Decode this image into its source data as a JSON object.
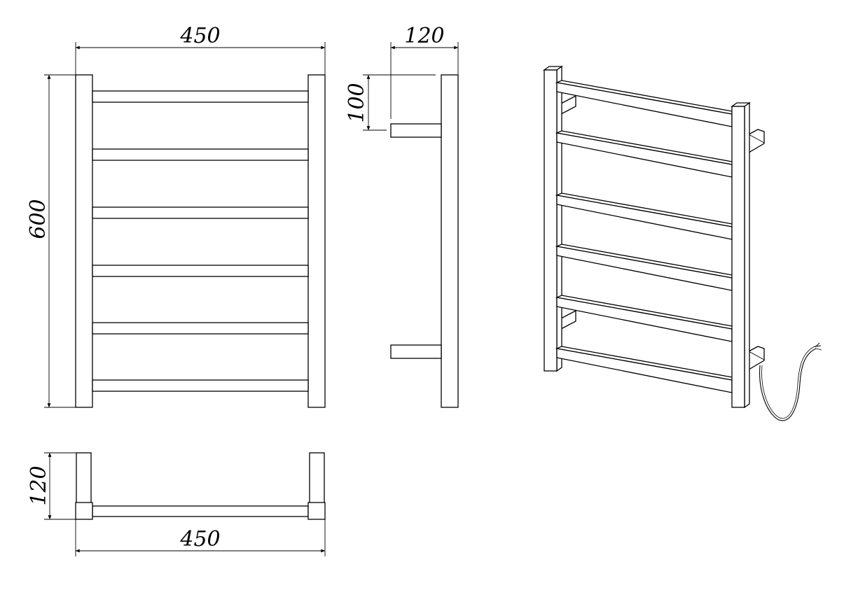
{
  "front_view": {
    "width_label": "450",
    "height_label": "600"
  },
  "side_view": {
    "depth_label": "120",
    "offset_label": "100"
  },
  "top_view": {
    "depth_label": "120",
    "width_label": "450"
  }
}
